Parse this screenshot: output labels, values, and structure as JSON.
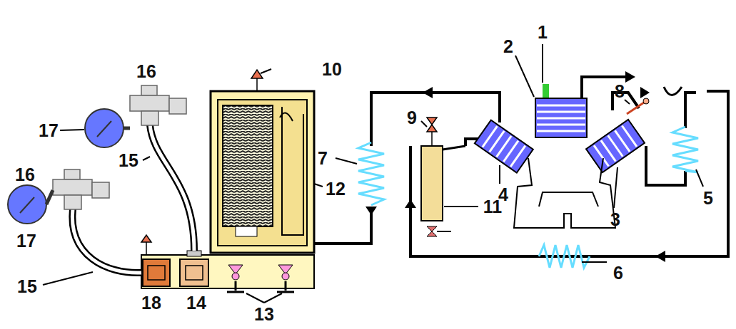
{
  "diagram": {
    "labels": [
      "16",
      "10",
      "1",
      "2",
      "8",
      "9",
      "17",
      "15",
      "16",
      "7",
      "4",
      "3",
      "5",
      "12",
      "11",
      "17",
      "15",
      "6",
      "18",
      "14",
      "13"
    ]
  }
}
